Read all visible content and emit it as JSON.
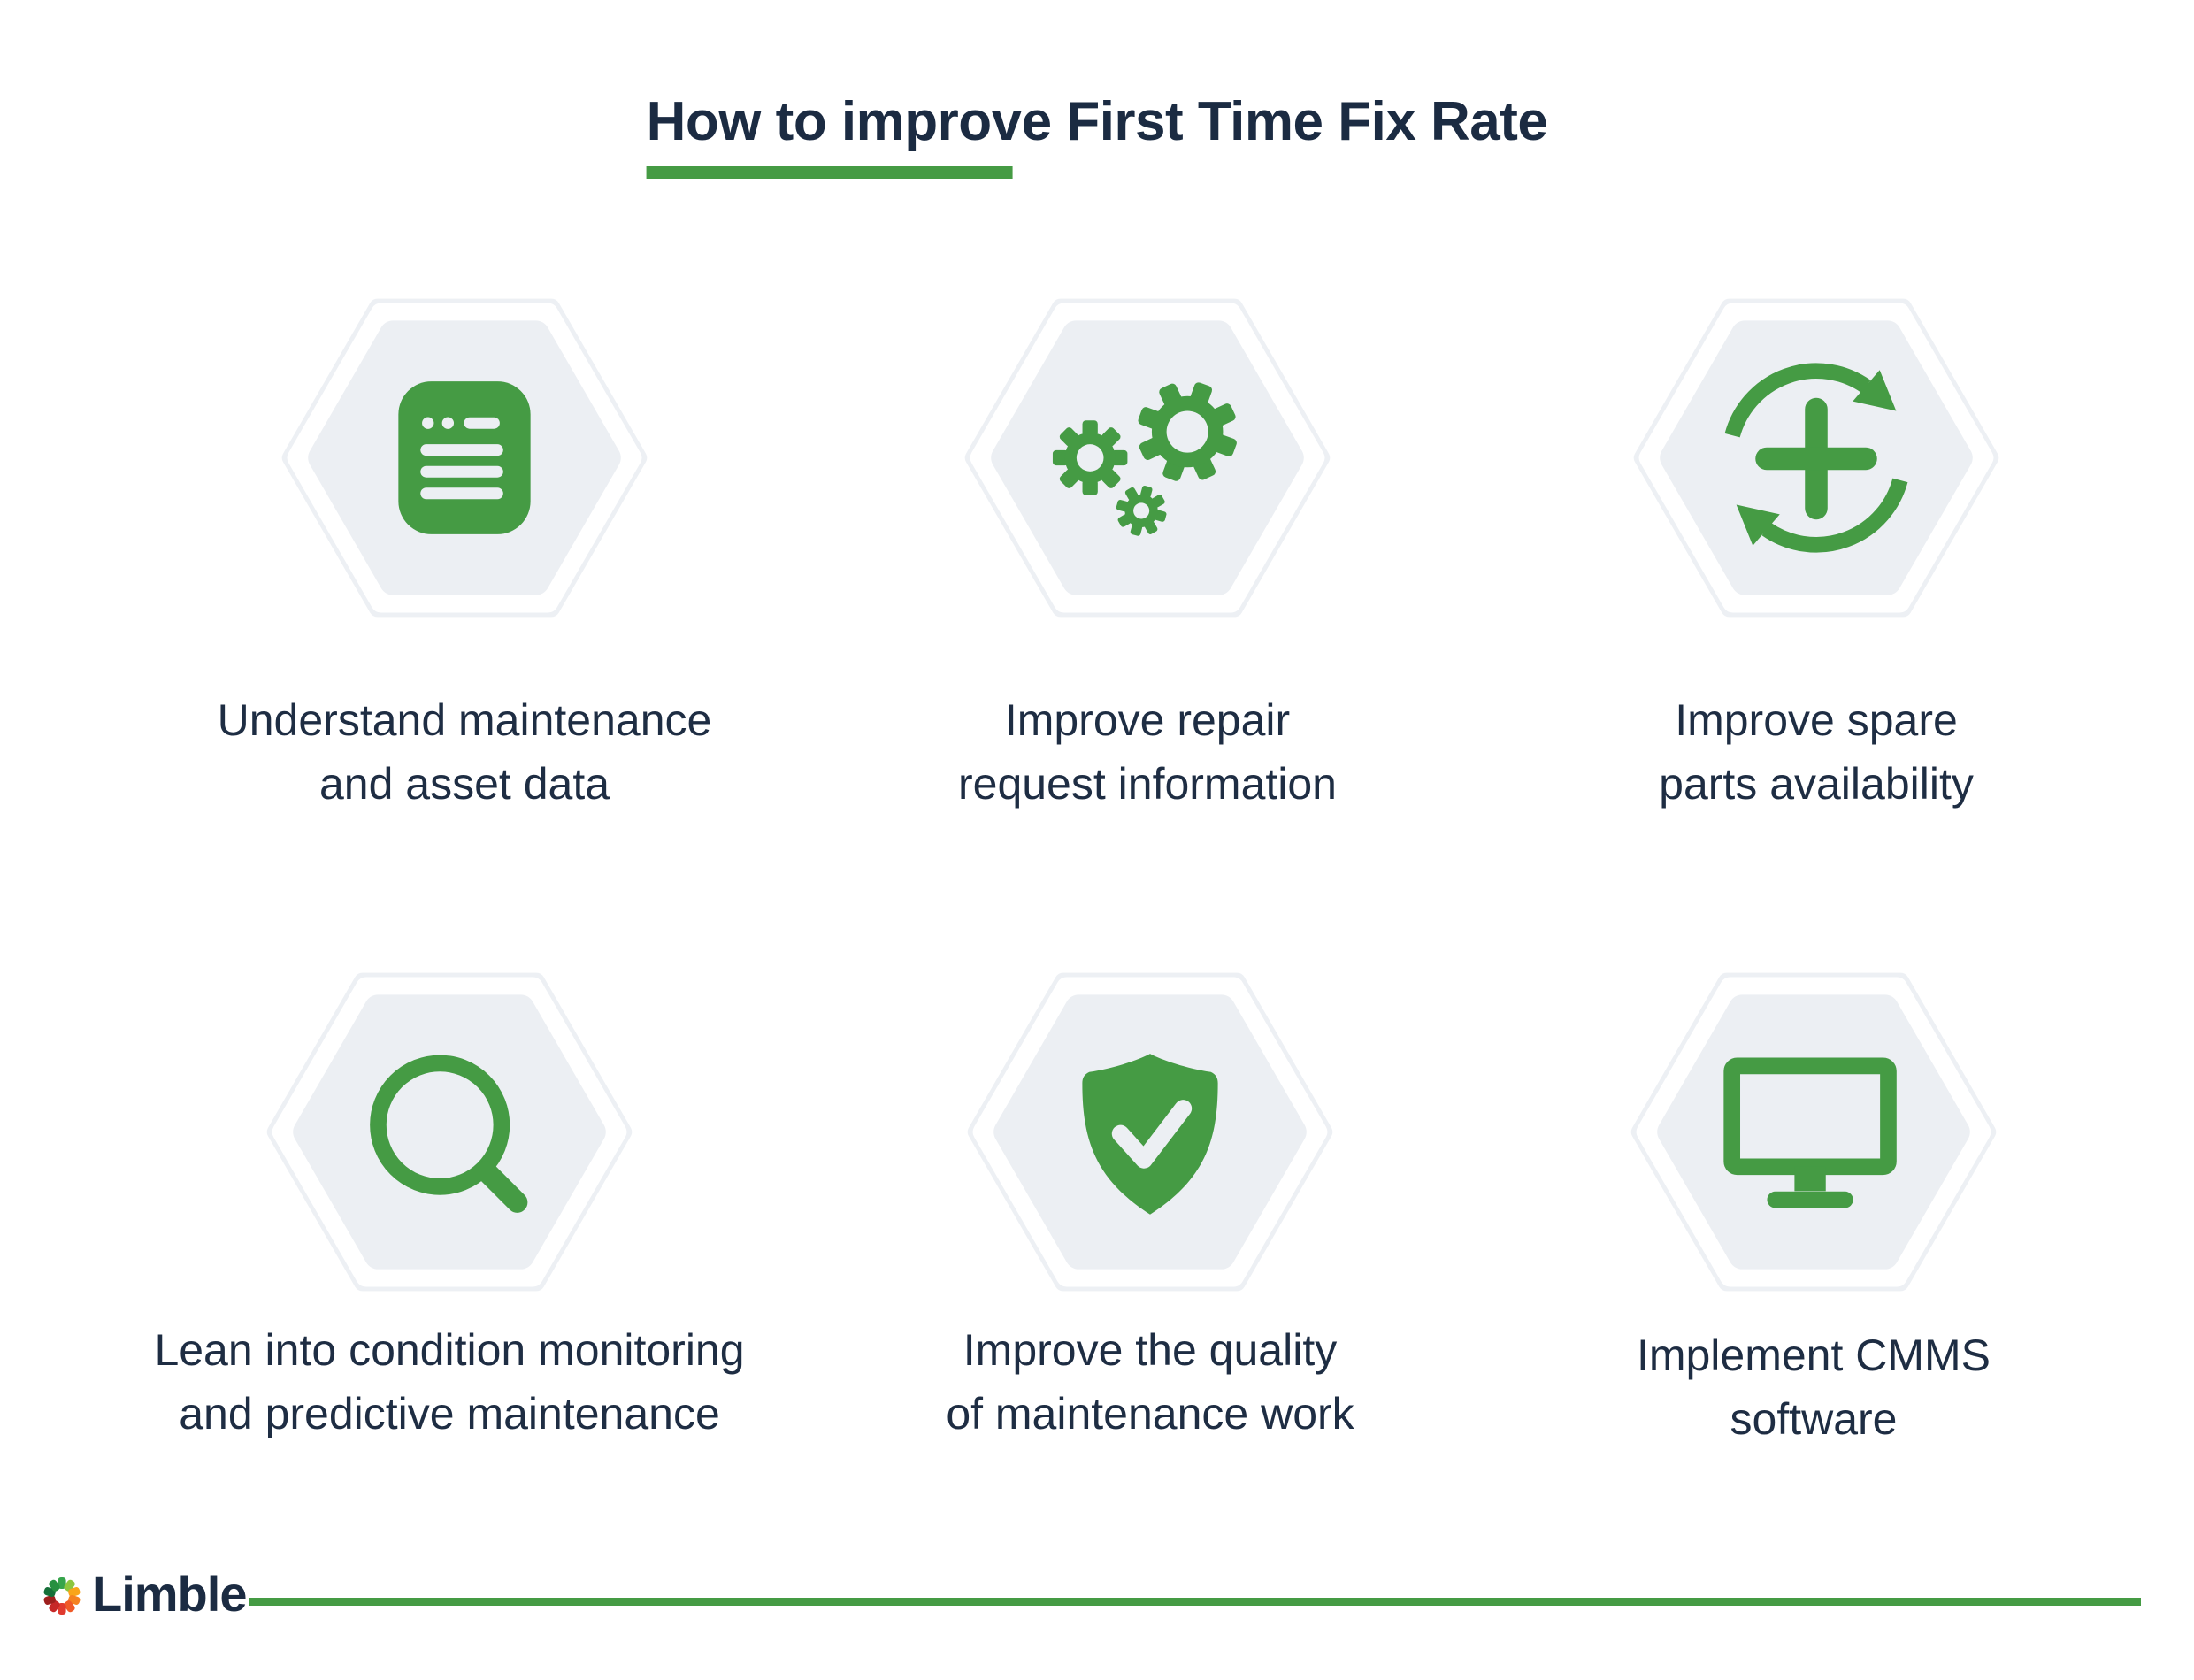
{
  "title": {
    "text": "How to improve First Time Fix Rate"
  },
  "items": [
    {
      "name": "understand-maintenance-data",
      "icon": "document-icon",
      "lines": [
        "Understand maintenance",
        "and asset data"
      ]
    },
    {
      "name": "improve-repair-request",
      "icon": "gears-icon",
      "lines": [
        "Improve repair",
        "request information"
      ]
    },
    {
      "name": "improve-spare-parts",
      "icon": "sync-plus-icon",
      "lines": [
        "Improve spare",
        "parts availability"
      ]
    },
    {
      "name": "condition-monitoring",
      "icon": "search-icon",
      "lines": [
        "Lean into condition monitoring",
        "and predictive maintenance"
      ]
    },
    {
      "name": "quality-of-work",
      "icon": "shield-check-icon",
      "lines": [
        "Improve the quality",
        "of maintenance work"
      ]
    },
    {
      "name": "implement-cmms",
      "icon": "monitor-icon",
      "lines": [
        "Implement CMMS",
        "software"
      ]
    }
  ],
  "brand": {
    "name": "Limble"
  },
  "colors": {
    "accent_green": "#459B44",
    "title_navy": "#1B2B42",
    "caption_navy": "#1E2D43",
    "hex_fill": "#ECEFF3",
    "hex_ring": "#EDF0F4",
    "petal_1": "#36A44B",
    "petal_2": "#8DC63F",
    "petal_3": "#F9A51A",
    "petal_4": "#F58220",
    "petal_5": "#F05A28",
    "petal_6": "#E03A2F",
    "petal_7": "#C62828",
    "petal_8": "#9E1F1D",
    "petal_9": "#156F38",
    "petal_10": "#27903F"
  }
}
